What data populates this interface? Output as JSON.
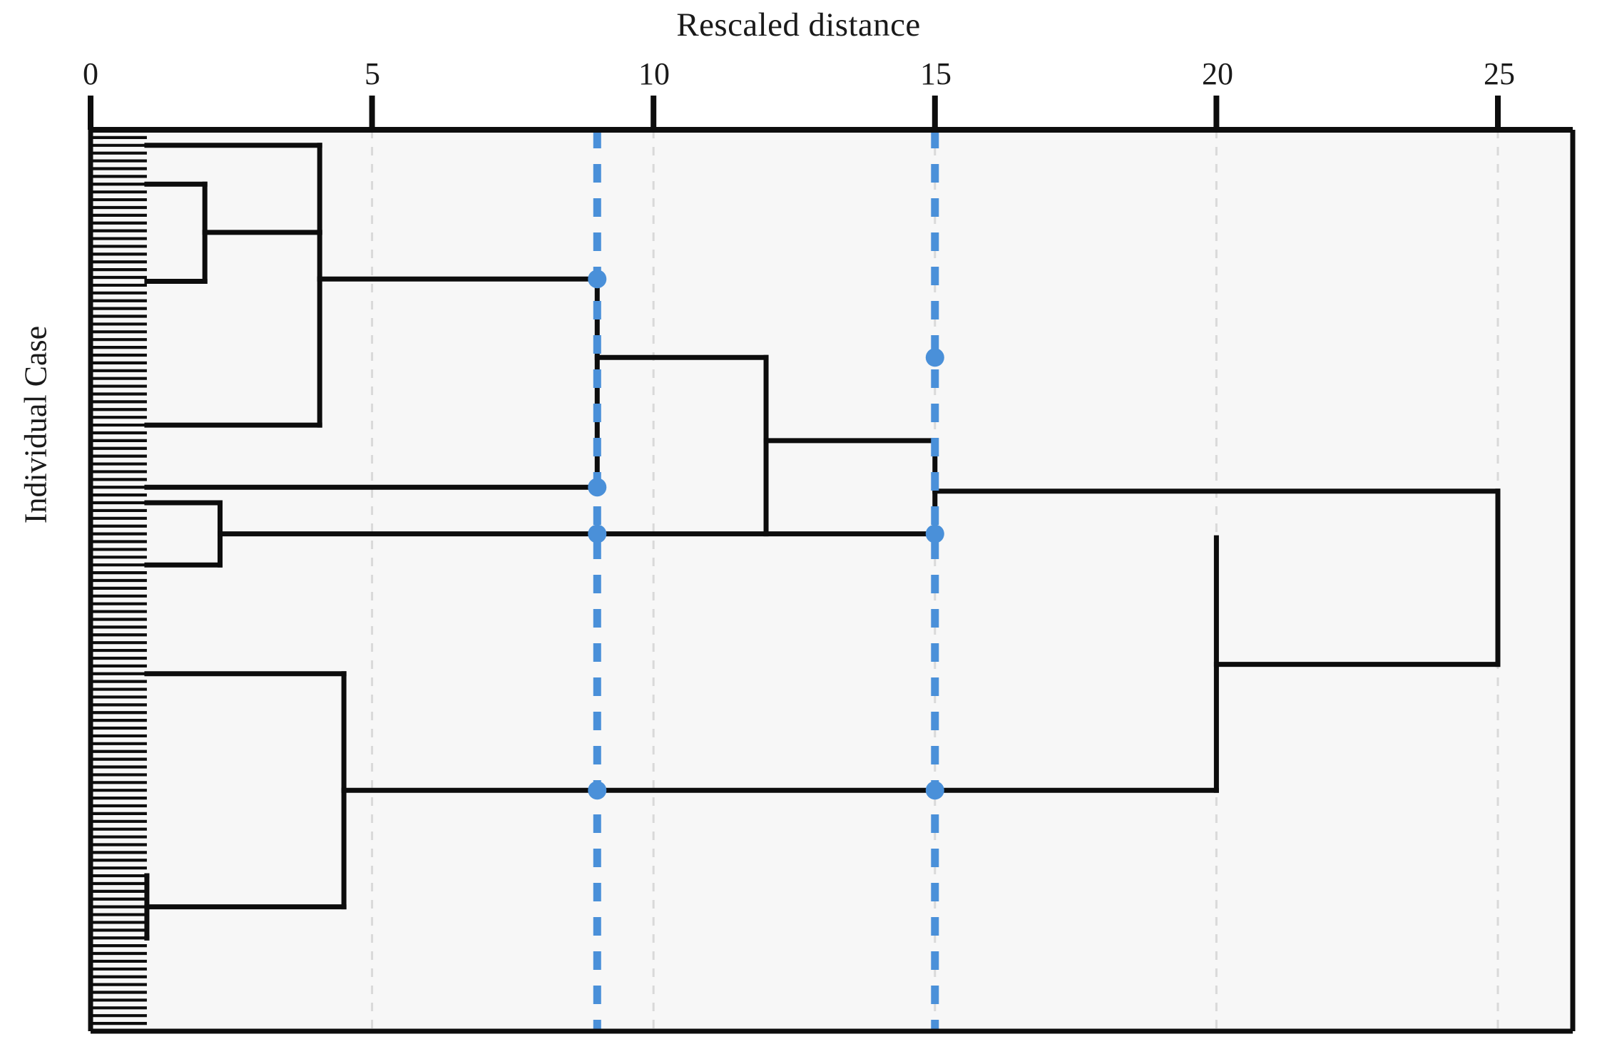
{
  "chart_data": {
    "type": "dendrogram",
    "title": "Rescaled distance",
    "xlabel": "Rescaled distance",
    "ylabel": "Individual Case",
    "xlim": [
      0,
      26.2
    ],
    "xticks": [
      0,
      5,
      10,
      15,
      20,
      25
    ],
    "xtick_labels": [
      "0",
      "5",
      "10",
      "15",
      "20",
      "25"
    ],
    "grid": "vertical-dashed-light",
    "legend": "none",
    "n_leaves": 115,
    "leaf_stub_length": 1.0,
    "cut_lines": [
      {
        "value": 9,
        "color": "#4a90d9",
        "style": "dashed",
        "label": ""
      },
      {
        "value": 15,
        "color": "#4a90d9",
        "style": "dashed",
        "label": ""
      }
    ],
    "cut_markers": [
      {
        "x": 9,
        "leaf_index": 18
      },
      {
        "x": 9,
        "leaf_index": 37
      },
      {
        "x": 9,
        "leaf_index": 42
      },
      {
        "x": 9,
        "leaf_index": 62
      },
      {
        "x": 15,
        "leaf_index": 28
      },
      {
        "x": 15,
        "leaf_index": 42
      },
      {
        "x": 15,
        "leaf_index": 62
      },
      {
        "x": 12,
        "leaf_index": 28
      }
    ],
    "merges": [
      {
        "id": "m1",
        "distance": 4.07,
        "children_leaf_span": [
          0,
          24
        ],
        "merge_leaf_index": 5.5,
        "note": "top small cluster A"
      },
      {
        "id": "m2",
        "distance": 1.0,
        "children_leaf_span": [
          5,
          22
        ],
        "merge_leaf_index": 13.6,
        "note": "pair inside A"
      },
      {
        "id": "m3",
        "distance": 2.4,
        "children_leaf_span": [
          13,
          24
        ],
        "merge_leaf_index": 18.0,
        "note": "cluster A root"
      },
      {
        "id": "m4",
        "distance": 9.0,
        "children_leaf_span": [
          18,
          42
        ],
        "merge_leaf_index": 28.0,
        "note": "joins A with singleton at 9"
      },
      {
        "id": "m5",
        "distance": 12.0,
        "children_leaf_span": [
          28,
          62
        ],
        "merge_leaf_index": 42.0,
        "note": "mid join"
      },
      {
        "id": "m6",
        "distance": 2.3,
        "children_leaf_span": [
          58,
          66
        ],
        "merge_leaf_index": 62.0,
        "note": "small pair cluster"
      },
      {
        "id": "m7",
        "distance": 15.0,
        "children_leaf_span": [
          42,
          62
        ],
        "merge_leaf_index": 52.0,
        "note": "join at 15"
      },
      {
        "id": "m8",
        "distance": 20.0,
        "children_leaf_span": [
          52,
          96
        ],
        "merge_leaf_index": 75.0,
        "note": "join at 20"
      },
      {
        "id": "m9",
        "distance": 25.0,
        "children_leaf_span": [
          52,
          75
        ],
        "merge_leaf_index": 63.0,
        "note": "root at 25"
      },
      {
        "id": "m10",
        "distance": 4.5,
        "children_leaf_span": [
          88,
          108
        ],
        "merge_leaf_index": 96.0,
        "note": "bottom cluster"
      },
      {
        "id": "m11",
        "distance": 1.0,
        "children_leaf_span": [
          104,
          112
        ],
        "merge_leaf_index": 108.0,
        "note": "bottom small pair"
      }
    ],
    "clusters_identified": 4,
    "description": "Hierarchical cluster analysis dendrogram using average linkage with rescaled distances 0-25; dashed vertical cut lines at 9 and 15."
  },
  "axis": {
    "x_tick_0": "0",
    "x_tick_5": "5",
    "x_tick_10": "10",
    "x_tick_15": "15",
    "x_tick_20": "20",
    "x_tick_25": "25"
  },
  "labels": {
    "title": "Rescaled distance",
    "ylabel": "Individual Case"
  },
  "colors": {
    "line": "#0d0d0d",
    "cut_line": "#4a90d9",
    "grid": "#d9d9d9",
    "plot_background": "#f7f7f7",
    "text": "#1a1a1a"
  }
}
